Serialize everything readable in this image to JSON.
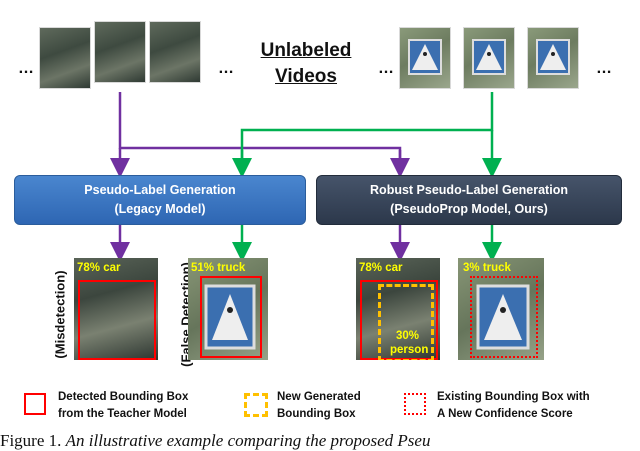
{
  "title": {
    "line1": "Unlabeled",
    "line2": "Videos"
  },
  "ellipsis": "…",
  "boxes": {
    "legacy": {
      "line1": "Pseudo-Label Generation",
      "line2": "(Legacy Model)"
    },
    "robust": {
      "line1": "Robust Pseudo-Label Generation",
      "line2": "(PseudoProp Model, Ours)"
    }
  },
  "examples": {
    "misdetection": {
      "side_label": "(Misdetection)",
      "detection": "78% car"
    },
    "false_detection": {
      "side_label": "(False Detection)",
      "detection": "51% truck"
    },
    "robust_person": {
      "detection": "78% car",
      "new_box_line1": "30%",
      "new_box_line2": "person"
    },
    "robust_truck": {
      "detection": "3% truck"
    }
  },
  "legend": {
    "detected": {
      "line1": "Detected Bounding Box",
      "line2": "from the Teacher Model"
    },
    "new_generated": {
      "line1": "New Generated",
      "line2": "Bounding Box"
    },
    "existing": {
      "line1": "Existing Bounding Box with",
      "line2": "A New Confidence Score"
    }
  },
  "caption": {
    "prefix": "Figure 1.",
    "text": "An illustrative example comparing the proposed Pseu"
  },
  "colors": {
    "purple_arrow": "#7030a0",
    "green_arrow": "#00b050",
    "red_box": "#ff0000",
    "yellow_box": "#ffc000",
    "legacy_box": "#2e66b3",
    "robust_box": "#2c384b"
  }
}
